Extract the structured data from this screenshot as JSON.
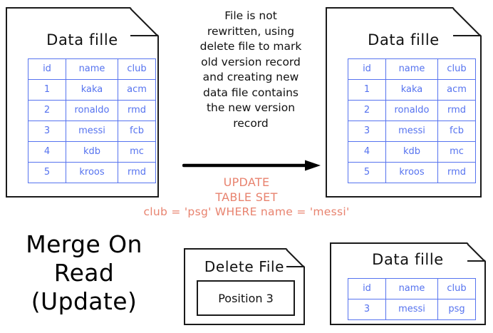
{
  "heading": {
    "line1": "Merge On",
    "line2": "Read",
    "line3": "(Update)"
  },
  "center_note": {
    "line1": "File is not",
    "line2": "rewritten, using",
    "line3": "delete file to mark",
    "line4": "old version record",
    "line5": "and creating new",
    "line6": "data file contains",
    "line7": "the new version",
    "line8": "record"
  },
  "sql": {
    "line1": "UPDATE",
    "line2": "TABLE SET",
    "line3": "club = 'psg' WHERE name = 'messi'",
    "color": "#e8836f"
  },
  "colors": {
    "table_blue": "#5673ef",
    "ink_black": "#1a1a1a",
    "sql_salmon": "#e8836f",
    "paper_white": "#ffffff"
  },
  "source_file": {
    "title": "Data fille",
    "columns": [
      "id",
      "name",
      "club"
    ],
    "rows": [
      [
        "1",
        "kaka",
        "acm"
      ],
      [
        "2",
        "ronaldo",
        "rmd"
      ],
      [
        "3",
        "messi",
        "fcb"
      ],
      [
        "4",
        "kdb",
        "mc"
      ],
      [
        "5",
        "kroos",
        "rmd"
      ]
    ]
  },
  "result_file": {
    "title": "Data fille",
    "columns": [
      "id",
      "name",
      "club"
    ],
    "rows": [
      [
        "1",
        "kaka",
        "acm"
      ],
      [
        "2",
        "ronaldo",
        "rmd"
      ],
      [
        "3",
        "messi",
        "fcb"
      ],
      [
        "4",
        "kdb",
        "mc"
      ],
      [
        "5",
        "kroos",
        "rmd"
      ]
    ]
  },
  "delete_file": {
    "title": "Delete File",
    "position_label": "Position 3"
  },
  "new_data_file": {
    "title": "Data fille",
    "columns": [
      "id",
      "name",
      "club"
    ],
    "rows": [
      [
        "3",
        "messi",
        "psg"
      ]
    ]
  }
}
